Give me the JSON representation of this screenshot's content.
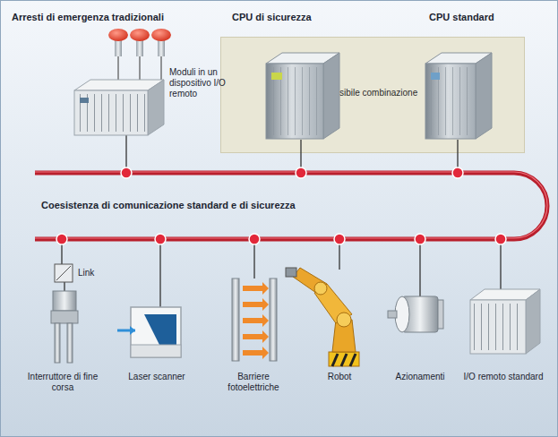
{
  "diagram": {
    "nodes": [
      {
        "text": [
          "Possibile combinazione"
        ]
      }
    ],
    "labels": [
      "Arresti di emergenza tradizionali",
      "Moduli in un dispositivo I/O remoto",
      "CPU di sicurezza",
      "CPU standard",
      "Coesistenza di comunicazione standard e di sicurezza",
      "Link",
      "Interruttore di fine corsa",
      "Laser scanner",
      "Barriere fotoelettriche",
      "Robot",
      "Azionamenti",
      "I/O remoto standard"
    ]
  }
}
